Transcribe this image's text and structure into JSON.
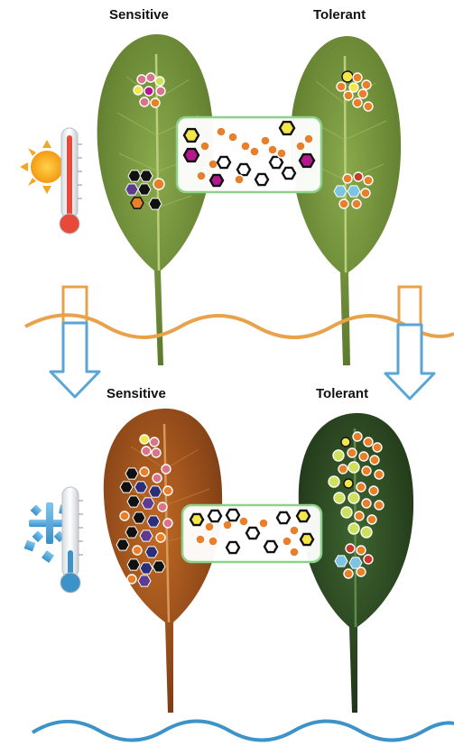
{
  "top_panel": {
    "left_label": "Sensitive",
    "right_label": "Tolerant",
    "condition_icon": "sun-thermometer-icon",
    "wave_color": "#e8a24a",
    "leaf_color": "#6f8f3a"
  },
  "bottom_panel": {
    "left_label": "Sensitive",
    "right_label": "Tolerant",
    "condition_icon": "snowflake-thermometer-icon",
    "wave_color": "#3d93c7",
    "left_leaf_color": "#a5561f",
    "right_leaf_color": "#2e4a22"
  },
  "box_color": "#8fd08a",
  "arrow_color": "#5aa5d6",
  "marker_colors": {
    "yellow": "#f2e64a",
    "orange": "#e87f2a",
    "pink": "#d9748a",
    "lime": "#cde25a",
    "magenta": "#b5178c",
    "blue": "#7ec3e0",
    "red": "#c83a2a",
    "black": "#111111",
    "navy": "#2b2f7a",
    "purple": "#5b3c8f"
  }
}
